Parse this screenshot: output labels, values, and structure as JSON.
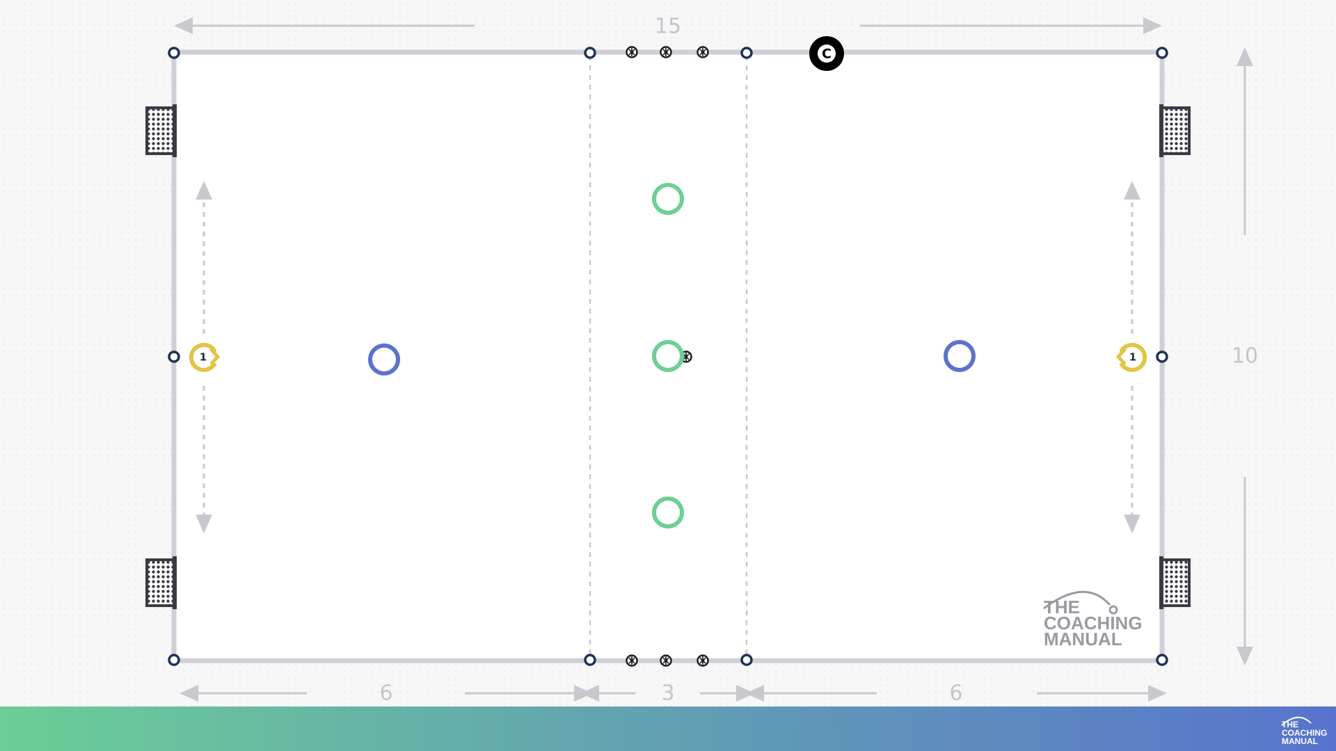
{
  "diagram": {
    "dimensions": {
      "top_length": "15",
      "side_length": "10",
      "left_zone": "6",
      "middle_zone": "3",
      "right_zone": "6"
    },
    "goalkeepers": {
      "left_label": "1",
      "right_label": "1",
      "color": "#e2c547"
    },
    "coach": {
      "label": "C"
    },
    "players": {
      "neutral_color": "#6ecf95",
      "team_color": "#5b73c9",
      "neutral_count": 3,
      "team_count": 2
    },
    "balls": {
      "top_supply_count": 3,
      "bottom_supply_count": 3,
      "in_play_count": 1
    },
    "goals": {
      "count": 4
    },
    "logo": {
      "line1": "THE",
      "line2": "COACHING",
      "line3": "MANUAL"
    }
  },
  "footer": {
    "gradient_start": "#6ccd97",
    "gradient_end": "#5873cd",
    "logo_line1": "THE",
    "logo_line2": "COACHING",
    "logo_line3": "MANUAL"
  }
}
